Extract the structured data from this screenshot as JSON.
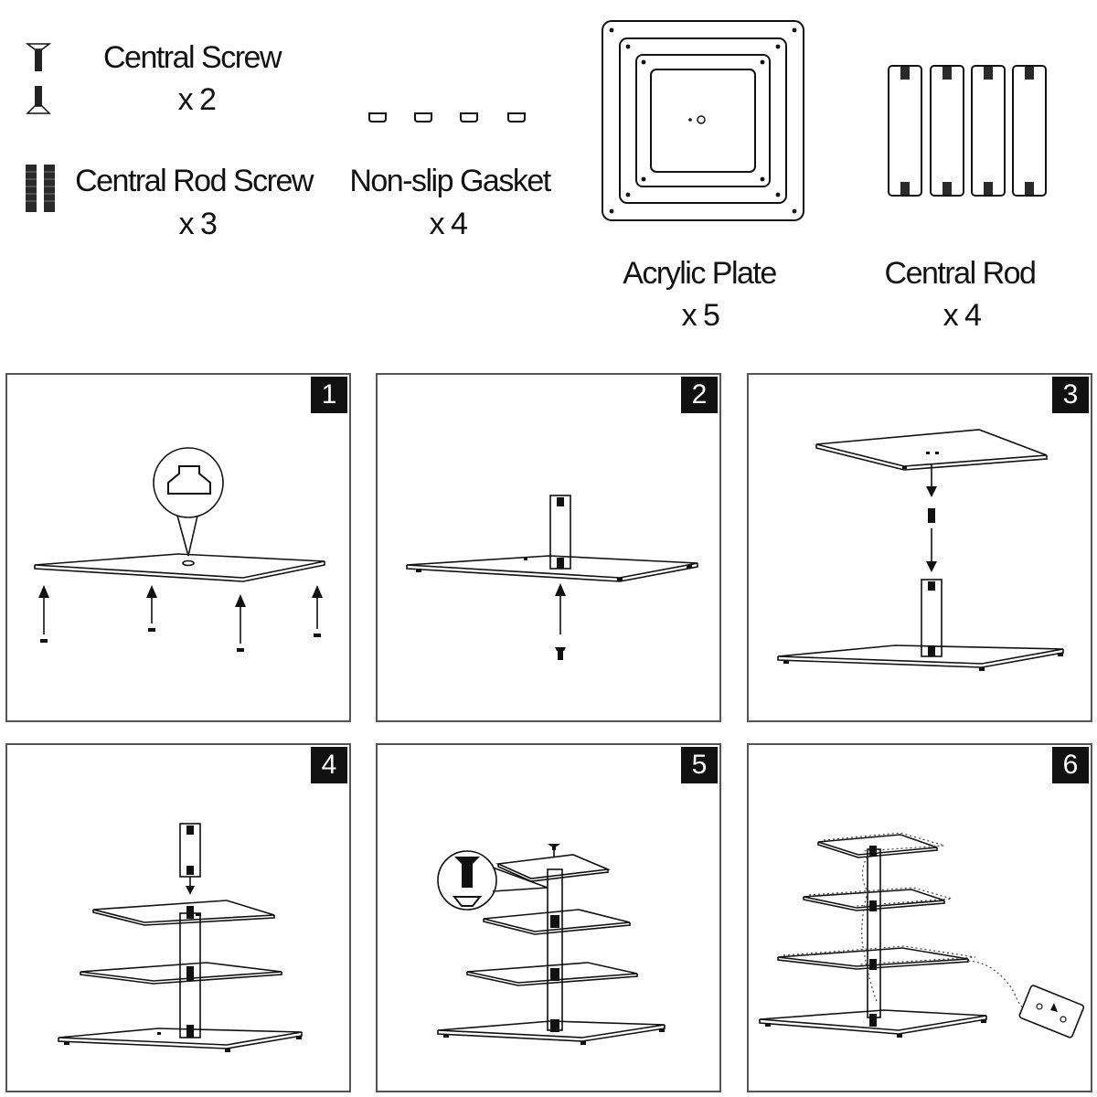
{
  "parts": {
    "central_screw": {
      "name": "Central Screw",
      "qty": "x 2"
    },
    "central_rod_screw": {
      "name": "Central Rod Screw",
      "qty": "x 3"
    },
    "non_slip_gasket": {
      "name": "Non-slip Gasket",
      "qty": "x 4"
    },
    "acrylic_plate": {
      "name": "Acrylic Plate",
      "qty": "x 5"
    },
    "central_rod": {
      "name": "Central Rod",
      "qty": "x 4"
    }
  },
  "steps": [
    "1",
    "2",
    "3",
    "4",
    "5",
    "6"
  ],
  "colors": {
    "ink": "#111111",
    "frame": "#555555",
    "paper": "#ffffff"
  }
}
